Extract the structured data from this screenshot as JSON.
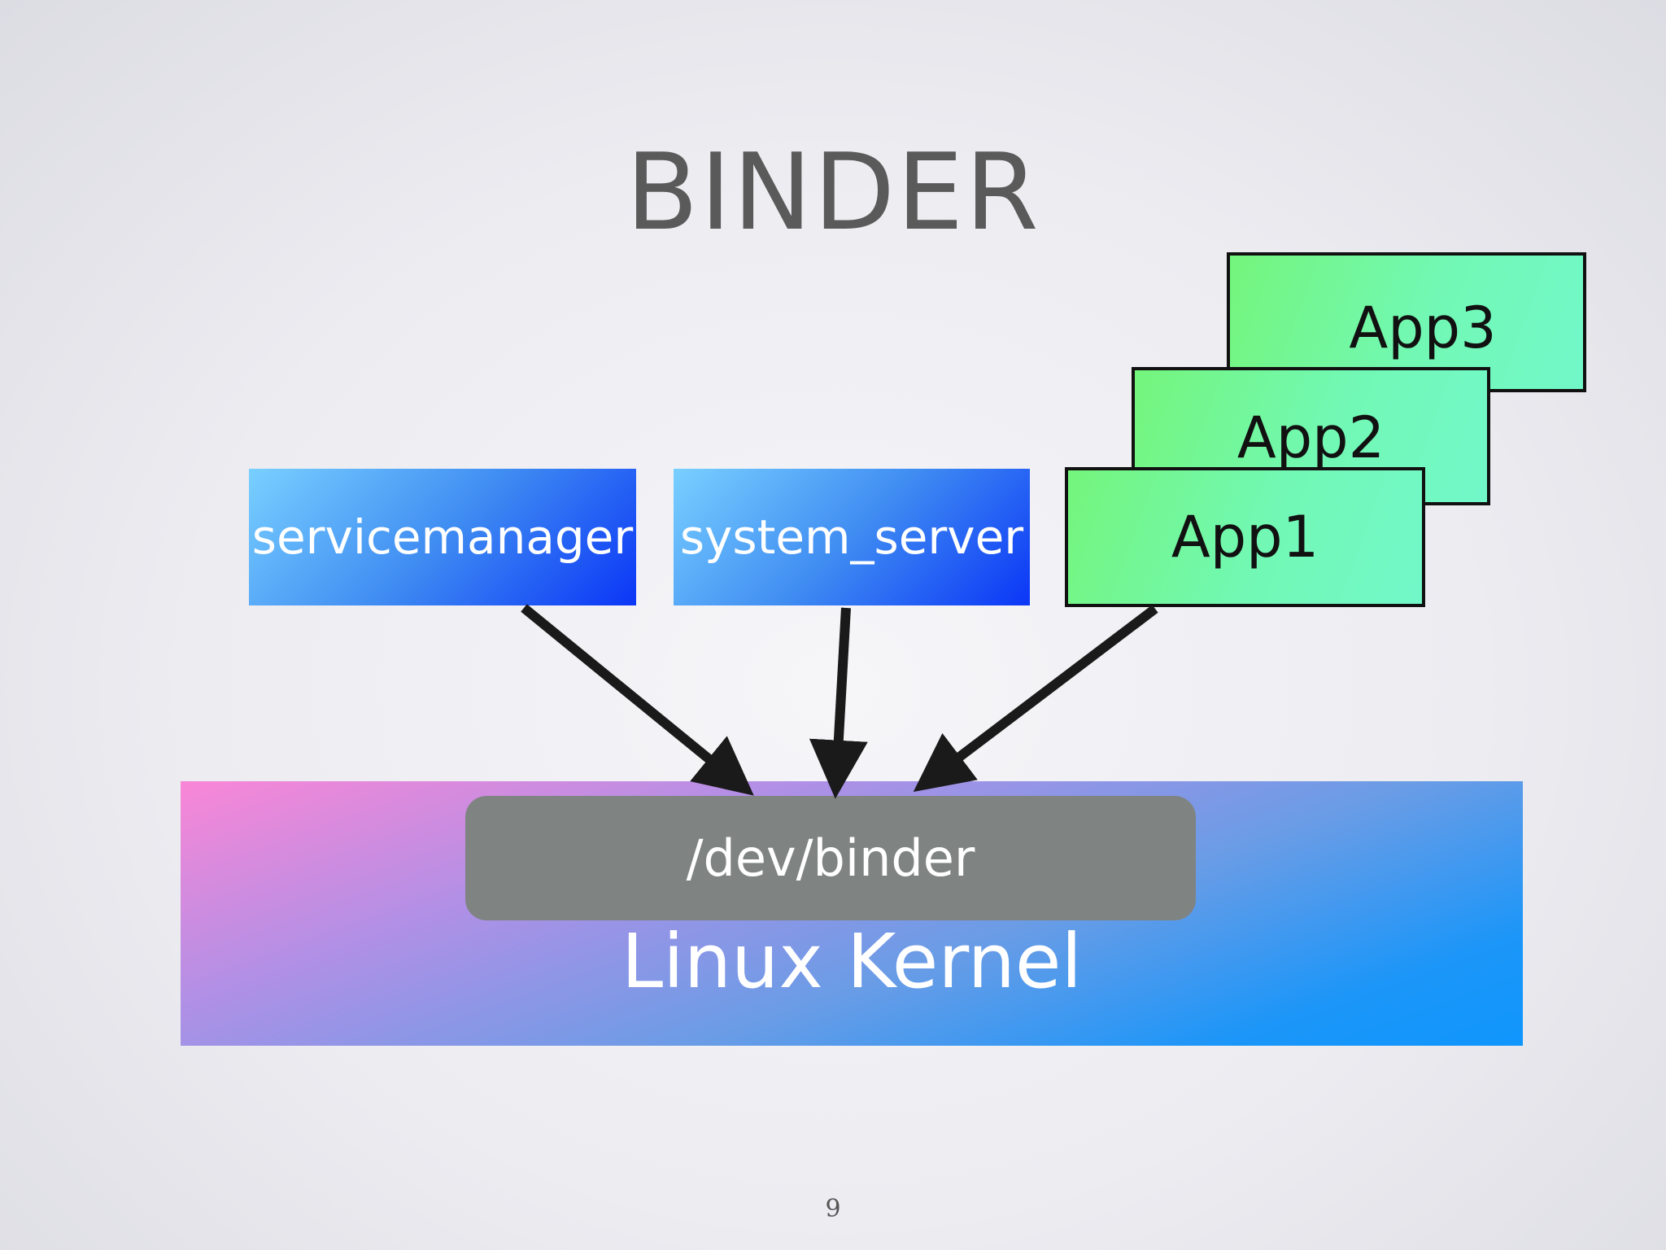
{
  "title": "BINDER",
  "processes": {
    "servicemanager": "servicemanager",
    "system_server": "system_server"
  },
  "apps": [
    "App1",
    "App2",
    "App3"
  ],
  "kernel": {
    "device": "/dev/binder",
    "label": "Linux Kernel"
  },
  "page_number": "9",
  "colors": {
    "process_gradient": [
      "#79d0ff",
      "#0b36f6"
    ],
    "app_gradient": [
      "#74f57c",
      "#72f8c9"
    ],
    "kernel_gradient": [
      "#fa86d6",
      "#0f96fc"
    ],
    "device_fill": "#7f8483",
    "arrow": "#1a1a1a"
  }
}
